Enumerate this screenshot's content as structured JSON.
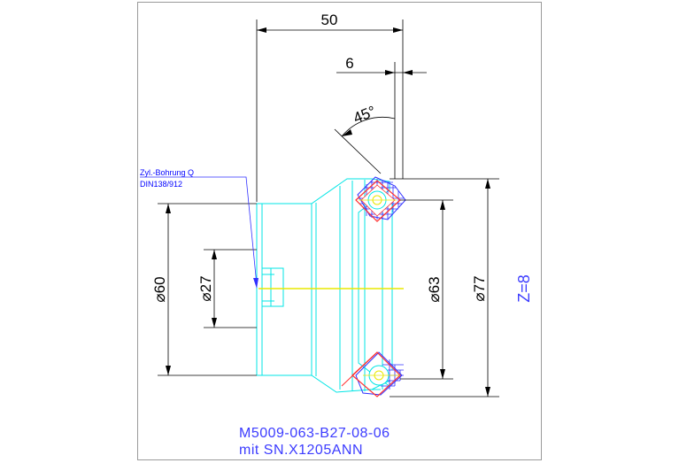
{
  "dimensions": {
    "length_total": "50",
    "offset": "6",
    "chamfer_angle": "45°",
    "dia_60": "⌀60",
    "dia_27": "⌀27",
    "dia_63": "⌀63",
    "dia_77": "⌀77"
  },
  "note": {
    "line1": "Zyl.-Bohrung Q",
    "line2": "DIN138/912"
  },
  "tooth_count": "Z=8",
  "part_number": "M5009-063-B27-08-06",
  "part_subtitle": "mit  SN.X1205ANN",
  "colors": {
    "body": "#00e5e5",
    "insert_red": "#ff3030",
    "insert_blue": "#3030ff",
    "centerline": "#e8e800",
    "text_blue": "#3c3cff"
  }
}
